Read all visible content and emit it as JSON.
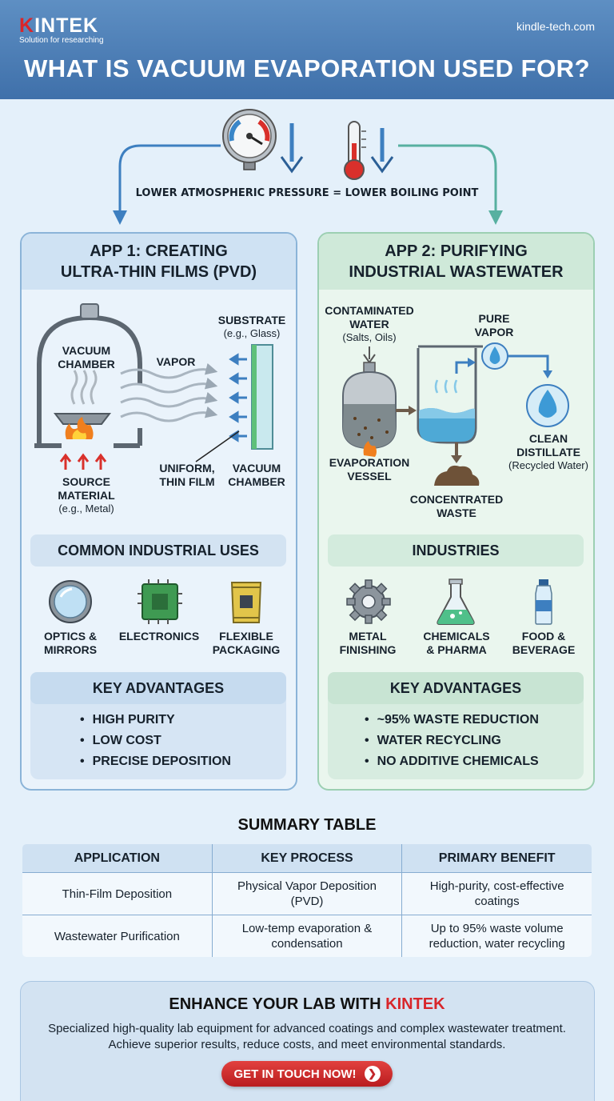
{
  "header": {
    "brand_prefix": "K",
    "brand_rest": "INTEK",
    "tagline": "Solution for researching",
    "site": "kindle-tech.com",
    "title": "WHAT IS VACUUM EVAPORATION USED FOR?"
  },
  "principle": "LOWER ATMOSPHERIC PRESSURE = LOWER BOILING POINT",
  "app1": {
    "title_line1": "APP 1: CREATING",
    "title_line2": "ULTRA-THIN FILMS (PVD)",
    "vacuum_chamber_top": "VACUUM\nCHAMBER",
    "vapor": "VAPOR",
    "substrate": "SUBSTRATE",
    "substrate_sub": "(e.g., Glass)",
    "source_material": "SOURCE\nMATERIAL",
    "source_sub": "(e.g., Metal)",
    "uniform_film": "UNIFORM,\nTHIN FILM",
    "vacuum_chamber_bottom": "VACUUM\nCHAMBER",
    "uses_heading": "COMMON INDUSTRIAL USES",
    "uses": [
      {
        "label": "OPTICS &\nMIRRORS",
        "icon": "lens-icon"
      },
      {
        "label": "ELECTRONICS",
        "icon": "chip-icon"
      },
      {
        "label": "FLEXIBLE\nPACKAGING",
        "icon": "package-icon"
      }
    ],
    "advantages_heading": "KEY ADVANTAGES",
    "advantages": [
      "HIGH PURITY",
      "LOW COST",
      "PRECISE DEPOSITION"
    ]
  },
  "app2": {
    "title_line1": "APP 2: PURIFYING",
    "title_line2": "INDUSTRIAL WASTEWATER",
    "contaminated": "CONTAMINATED\nWATER",
    "contaminated_sub": "(Salts, Oils)",
    "pure_vapor": "PURE\nVAPOR",
    "evap_vessel": "EVAPORATION\nVESSEL",
    "clean_distillate": "CLEAN\nDISTILLATE",
    "distillate_sub": "(Recycled Water)",
    "concentrated_waste": "CONCENTRATED\nWASTE",
    "industries_heading": "INDUSTRIES",
    "industries": [
      {
        "label": "METAL\nFINISHING",
        "icon": "gear-icon"
      },
      {
        "label": "CHEMICALS\n& PHARMA",
        "icon": "flask-icon"
      },
      {
        "label": "FOOD &\nBEVERAGE",
        "icon": "bottle-icon"
      }
    ],
    "advantages_heading": "KEY ADVANTAGES",
    "advantages": [
      "~95% WASTE REDUCTION",
      "WATER RECYCLING",
      "NO ADDITIVE CHEMICALS"
    ]
  },
  "summary": {
    "title": "SUMMARY TABLE",
    "headers": [
      "APPLICATION",
      "KEY PROCESS",
      "PRIMARY BENEFIT"
    ],
    "rows": [
      [
        "Thin-Film Deposition",
        "Physical Vapor Deposition\n(PVD)",
        "High-purity, cost-effective\ncoatings"
      ],
      [
        "Wastewater Purification",
        "Low-temp evaporation &\ncondensation",
        "Up to 95% waste volume\nreduction, water recycling"
      ]
    ]
  },
  "cta": {
    "title_prefix": "ENHANCE YOUR LAB WITH ",
    "title_brand": "KINTEK",
    "text": "Specialized high-quality lab equipment for advanced coatings and complex wastewater treatment. Achieve superior results, reduce costs, and meet environmental standards.",
    "button": "GET IN TOUCH NOW!"
  },
  "colors": {
    "header_blue": "#4a7cb5",
    "brand_red": "#d8262b",
    "left_accent": "#8bb4d8",
    "right_accent": "#9ccfb2",
    "arrow_blue": "#3d7fc0",
    "arrow_teal": "#57b0a0"
  }
}
